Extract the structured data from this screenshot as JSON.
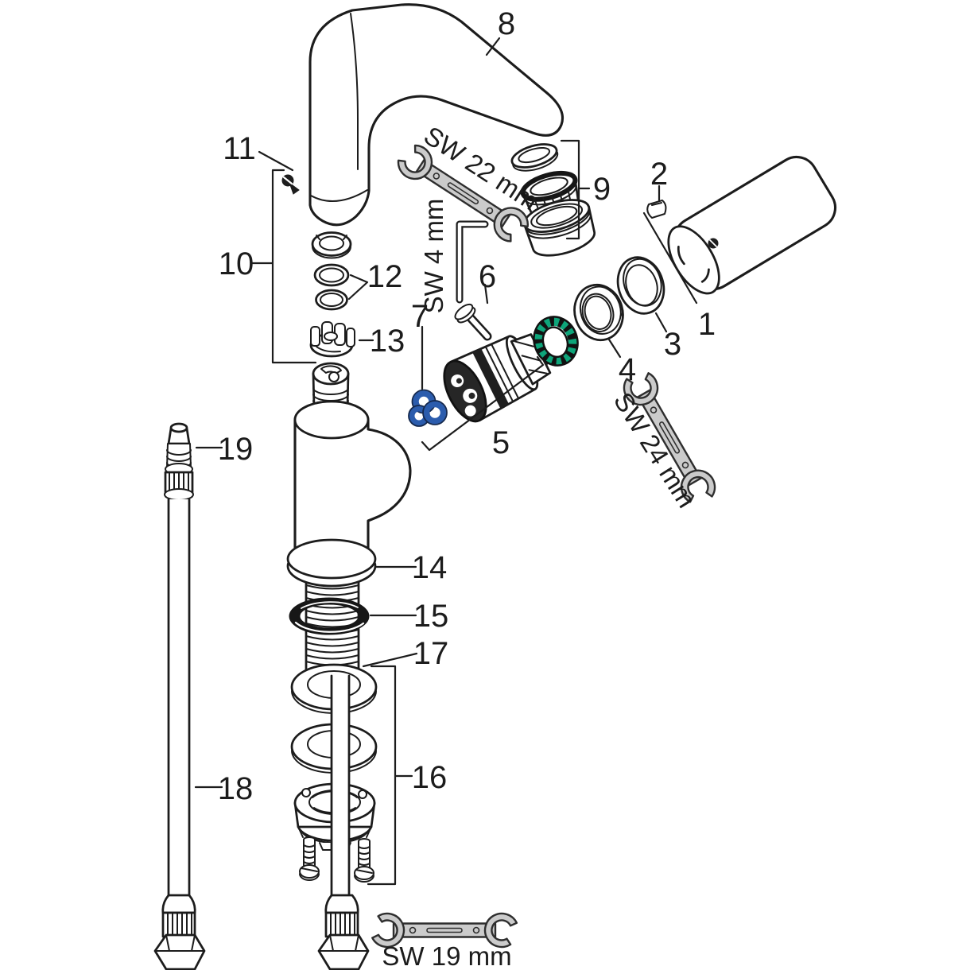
{
  "diagram": {
    "type": "exploded-parts-diagram",
    "colors": {
      "background": "#ffffff",
      "line": "#1c1c1c",
      "tool_gray": "#cbcbcb",
      "tool_outline": "#2e2e2e",
      "cartridge_nut_green": "#0ea57a",
      "seal_blue": "#2b5cad"
    },
    "part_labels": {
      "p1": "1",
      "p2": "2",
      "p3": "3",
      "p4": "4",
      "p5": "5",
      "p6": "6",
      "p7": "7",
      "p8": "8",
      "p9": "9",
      "p10": "10",
      "p11": "11",
      "p12": "12",
      "p13": "13",
      "p14": "14",
      "p15": "15",
      "p16": "16",
      "p17": "17",
      "p18": "18",
      "p19": "19"
    },
    "tool_labels": {
      "sw22": "SW 22 mm",
      "sw4": "SW 4 mm",
      "sw24": "SW 24 mm",
      "sw19": "SW 19 mm"
    }
  }
}
